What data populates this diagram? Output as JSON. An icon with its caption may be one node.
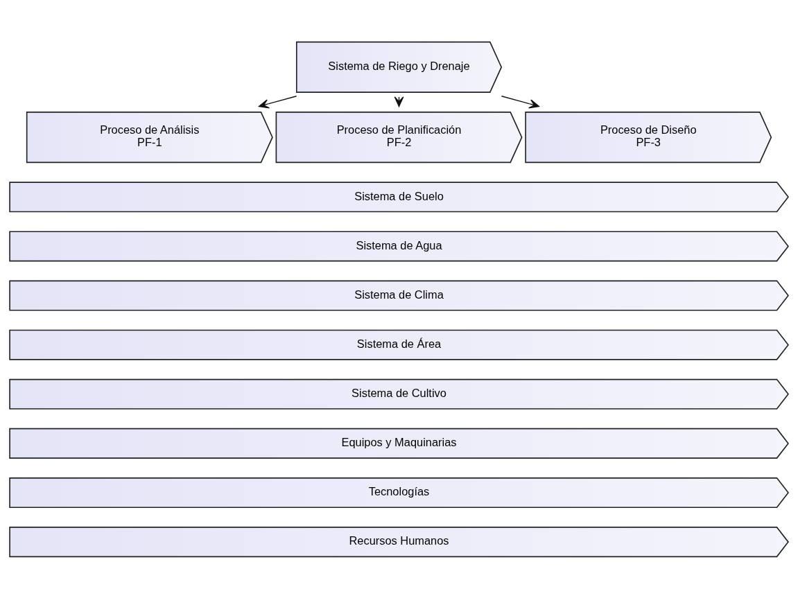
{
  "diagram": {
    "nodes": [
      {
        "text": [
          "Sistema de Riego y Drenaje"
        ]
      },
      {
        "text": [
          "Proceso de Análisis",
          "PF-1"
        ]
      },
      {
        "text": [
          "Proceso de Planificación",
          "PF-2"
        ]
      },
      {
        "text": [
          "Proceso de Diseño",
          "PF-3"
        ]
      },
      {
        "text": [
          "Sistema de Suelo"
        ]
      },
      {
        "text": [
          "Sistema de Agua"
        ]
      },
      {
        "text": [
          "Sistema de Clima"
        ]
      },
      {
        "text": [
          "Sistema de Área"
        ]
      },
      {
        "text": [
          "Sistema de Cultivo"
        ]
      },
      {
        "text": [
          "Equipos y Maquinarias"
        ]
      },
      {
        "text": [
          "Tecnologías"
        ]
      },
      {
        "text": [
          "Recursos Humanos"
        ]
      }
    ],
    "edges": [
      {
        "from": 0,
        "to": 1,
        "arrow": "to"
      },
      {
        "from": 0,
        "to": 2,
        "arrow": "to"
      },
      {
        "from": 0,
        "to": 3,
        "arrow": "to"
      }
    ]
  }
}
